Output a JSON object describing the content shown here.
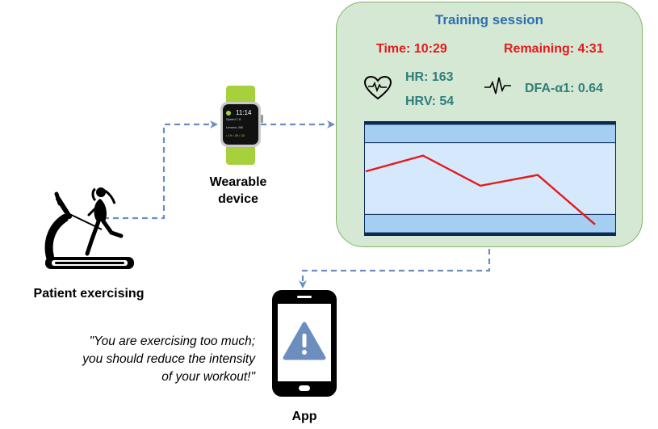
{
  "panel": {
    "title": "Training session",
    "time": "Time:  10:29",
    "remaining": "Remaining: 4:31",
    "hr": "HR: 163",
    "hrv": "HRV: 54",
    "dfa": "DFA-α1: 0.64",
    "heart_icon": "heart-pulse-icon",
    "ecg_icon": "ecg-wave-icon"
  },
  "watch": {
    "time": "11:14",
    "line1": "Speed 7.8",
    "line2": "Lenovo, M0",
    "line3": "• 19  • 28  • 32"
  },
  "labels": {
    "wearable_line1": "Wearable",
    "wearable_line2": "device",
    "patient": "Patient exercising",
    "app": "App"
  },
  "message": {
    "line1": "\"You are exercising too much;",
    "line2": "you should reduce the intensity",
    "line3": "of your workout!\""
  },
  "colors": {
    "panel_fill": "#d5e8d4",
    "panel_border": "#82b366",
    "title": "#2e6fb0",
    "red": "#e31a1c",
    "teal": "#2f7f7a",
    "connector": "#6c8ebf"
  },
  "chart_data": {
    "type": "line",
    "series": [
      {
        "values": [
          0.6,
          0.82,
          0.4,
          0.55,
          -0.14
        ]
      }
    ],
    "ylim": [
      -0.3,
      1.3
    ],
    "bands": [
      {
        "from": -0.3,
        "to": -0.25,
        "color": "#0b2a55"
      },
      {
        "from": -0.25,
        "to": 0.0,
        "color": "#a4cff3"
      },
      {
        "from": 0.0,
        "to": 1.0,
        "color": "#d6e8fb"
      },
      {
        "from": 1.0,
        "to": 1.25,
        "color": "#a4cff3"
      },
      {
        "from": 1.25,
        "to": 1.3,
        "color": "#0b2a55"
      }
    ],
    "line_color": "#e31a1c"
  }
}
